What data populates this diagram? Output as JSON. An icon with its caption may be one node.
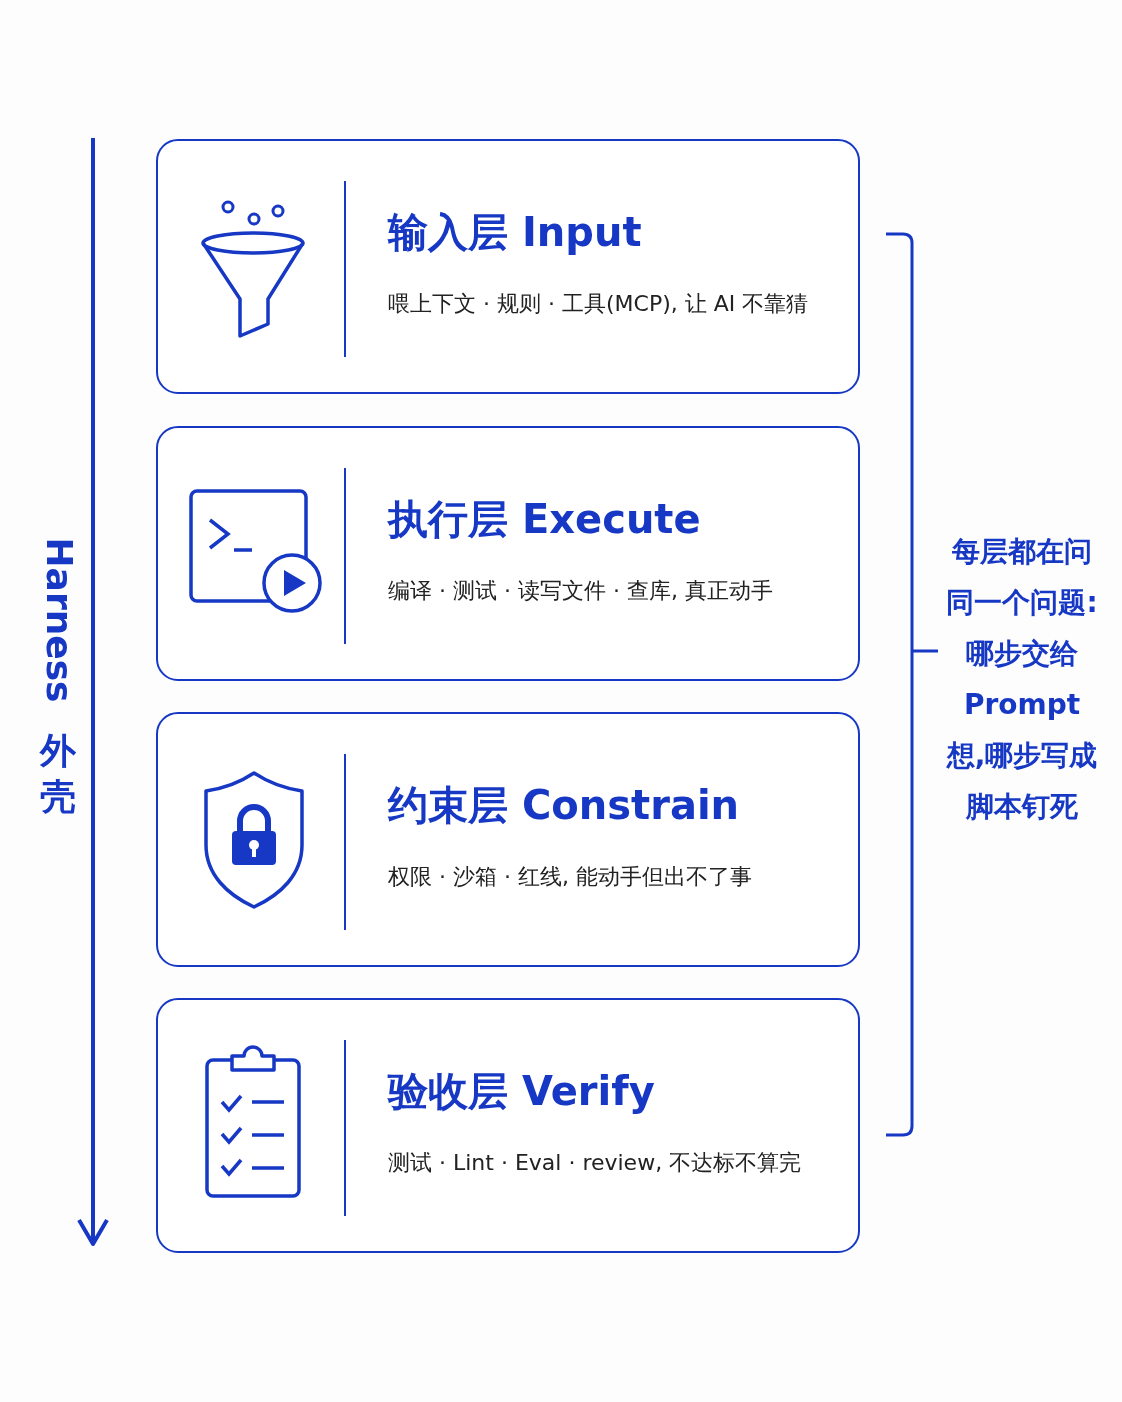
{
  "diagram": {
    "nodes": [
      {
        "text": [
          "输入层 Input",
          "喂上下文 · 规则 · 工具(MCP), 让 AI 不靠猜"
        ]
      },
      {
        "text": [
          "执行层 Execute",
          "编译 · 测试 · 读写文件 · 查库, 真正动手"
        ]
      },
      {
        "text": [
          "约束层 Constrain",
          "权限 · 沙箱 · 红线, 能动手但出不了事"
        ]
      },
      {
        "text": [
          "验收层 Verify",
          "测试 · Lint · Eval · review, 不达标不算完"
        ]
      }
    ],
    "edges": [],
    "labels": [
      "Harness",
      "外壳",
      "每层都在问同一个问题:哪步交给Prompt 想,哪步写成脚本钉死"
    ]
  }
}
